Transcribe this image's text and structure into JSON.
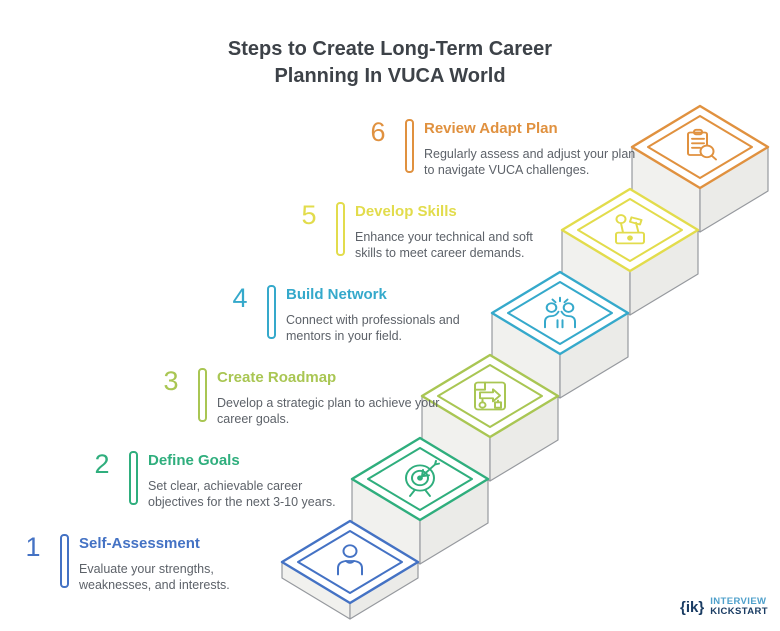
{
  "title": {
    "line1": "Steps to Create Long-Term Career",
    "line2": "Planning In VUCA World"
  },
  "steps": [
    {
      "number": "1",
      "title": "Self-Assessment",
      "description": "Evaluate your strengths, weaknesses, and interests.",
      "color": "#4472c4",
      "icon": "person-icon"
    },
    {
      "number": "2",
      "title": "Define Goals",
      "description": "Set clear, achievable career objectives for the next 3-10 years.",
      "color": "#2fae7d",
      "icon": "target-icon"
    },
    {
      "number": "3",
      "title": "Create Roadmap",
      "description": "Develop a strategic plan to achieve your career goals.",
      "color": "#a9c653",
      "icon": "roadmap-icon"
    },
    {
      "number": "4",
      "title": "Build Network",
      "description": "Connect with professionals and mentors in your field.",
      "color": "#35a9cb",
      "icon": "highfive-icon"
    },
    {
      "number": "5",
      "title": "Develop Skills",
      "description": "Enhance your technical and soft skills to meet career demands.",
      "color": "#e2dc4c",
      "icon": "tools-icon"
    },
    {
      "number": "6",
      "title": "Review Adapt Plan",
      "description": "Regularly assess and adjust your plan to navigate VUCA challenges.",
      "color": "#e0913f",
      "icon": "review-icon"
    }
  ],
  "logo": {
    "mark": "{ik}",
    "line1": "INTERVIEW",
    "line2": "KICKSTART",
    "mark_color": "#1a3c63",
    "line1_color": "#4fa0cb",
    "line2_color": "#1a3c63"
  }
}
